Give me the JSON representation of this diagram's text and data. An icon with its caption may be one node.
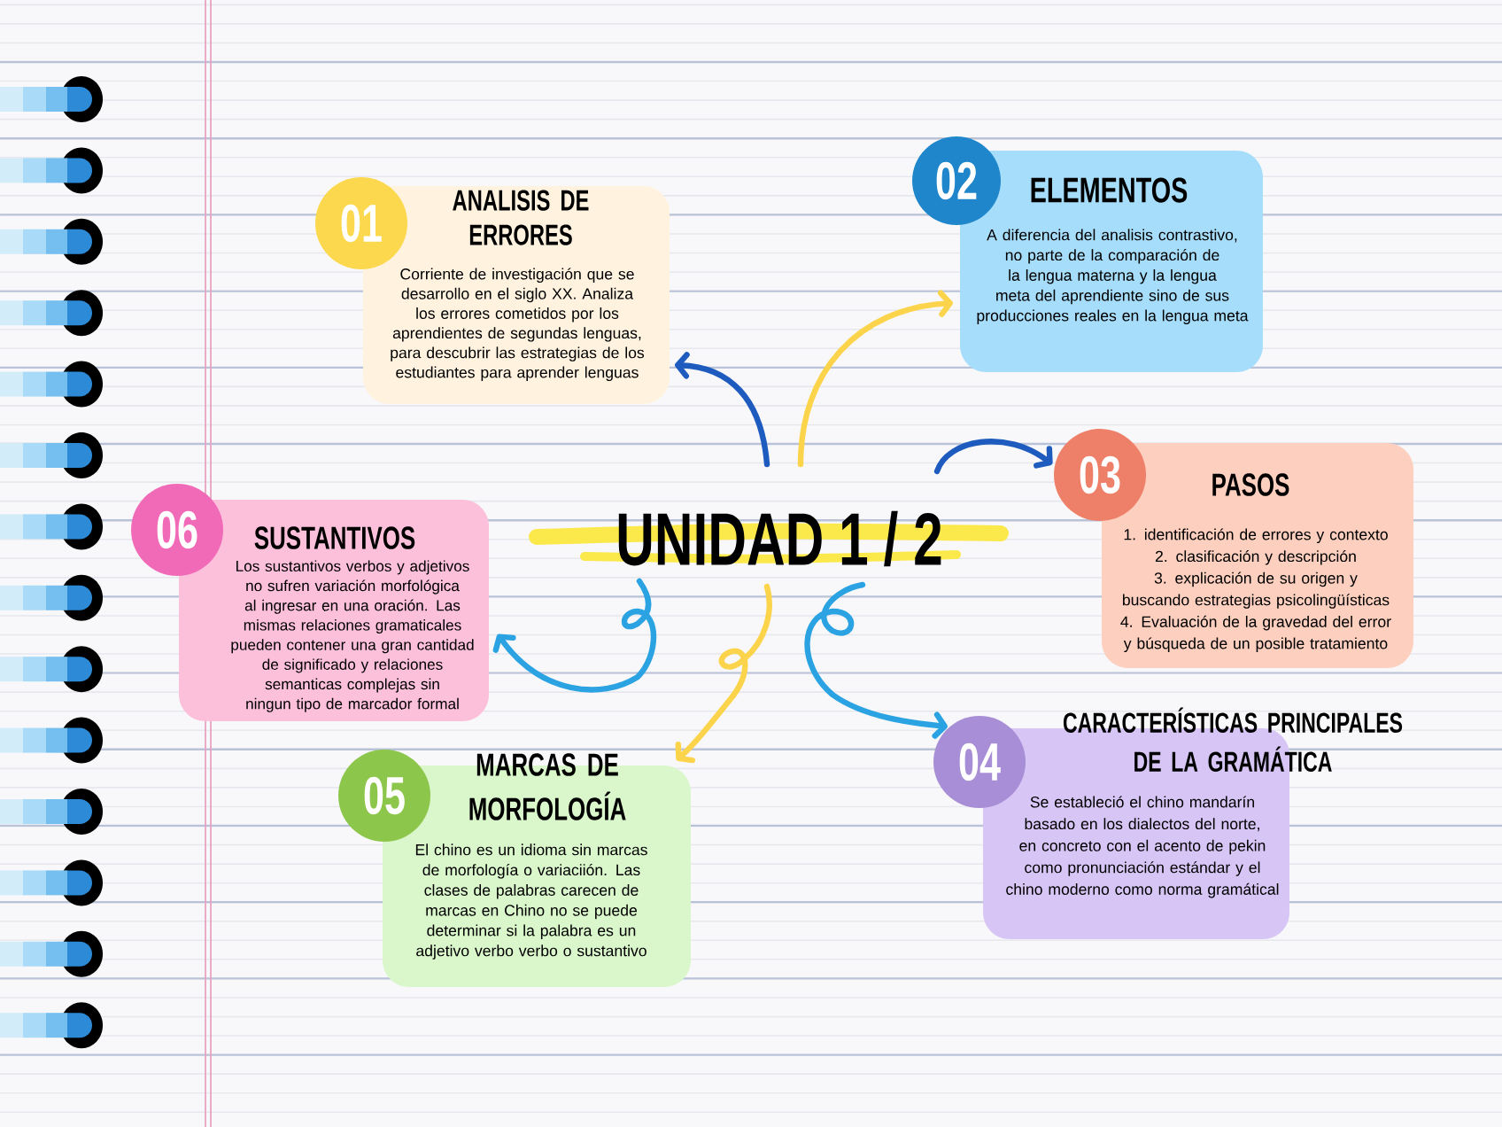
{
  "diagram": {
    "nodes": [
      {
        "text": [
          "UNIDAD 1 / 2"
        ]
      },
      {
        "text": [
          "01"
        ]
      },
      {
        "text": [
          "ANALISIS DE ERRORES",
          "Corriente de investigación que se desarrollo en el siglo XX. Analiza los errores cometidos por los aprendientes de segundas lenguas, para descubrir las estrategias de los estudiantes para aprender lenguas"
        ]
      },
      {
        "text": [
          "02"
        ]
      },
      {
        "text": [
          "ELEMENTOS",
          "A diferencia del analisis contrastivo, no parte de la comparación de la lengua materna y la lengua meta del aprendiente sino de sus producciones reales en la lengua meta"
        ]
      },
      {
        "text": [
          "03"
        ]
      },
      {
        "text": [
          "PASOS",
          "1. identificación de errores y contexto",
          "2. clasificación y descripción",
          "3. explicación de su origen y buscando estrategias psicolingüísticas",
          "4. Evaluación de la gravedad del error y búsqueda de un posible tratamiento"
        ]
      },
      {
        "text": [
          "04"
        ]
      },
      {
        "text": [
          "CARACTERÍSTICAS PRINCIPALES DE LA GRAMÁTICA",
          "Se estableció el chino mandarín basado en los dialectos del norte, en concreto con el acento de pekin como pronunciación estándar y el chino moderno como norma gramátical"
        ]
      },
      {
        "text": [
          "05"
        ]
      },
      {
        "text": [
          "MARCAS DE MORFOLOGÍA",
          "El chino es un idioma sin marcas de morfología o variaciión. Las clases de palabras carecen de marcas en Chino no se puede determinar si la palabra es un adjetivo verbo verbo o sustantivo"
        ]
      },
      {
        "text": [
          "06"
        ]
      },
      {
        "text": [
          "SUSTANTIVOS",
          "Los sustantivos verbos y adjetivos no sufren variación morfológica al ingresar en una oración. Las mismas relaciones gramaticales pueden contener una gran cantidad de significado y relaciones semanticas complejas sin ningun tipo de marcador formal"
        ]
      }
    ],
    "edges": [
      {
        "from": 0,
        "to": 2,
        "arrow": "to",
        "color": "#1e5bbf"
      },
      {
        "from": 0,
        "to": 4,
        "arrow": "to",
        "color": "#fbd44c"
      },
      {
        "from": 0,
        "to": 5,
        "arrow": "to",
        "color": "#1e5bbf"
      },
      {
        "from": 0,
        "to": 7,
        "arrow": "to",
        "color": "#2ba3e3"
      },
      {
        "from": 0,
        "to": 10,
        "arrow": "to",
        "color": "#fbd44c"
      },
      {
        "from": 0,
        "to": 12,
        "arrow": "to",
        "color": "#2ba3e3"
      }
    ]
  }
}
